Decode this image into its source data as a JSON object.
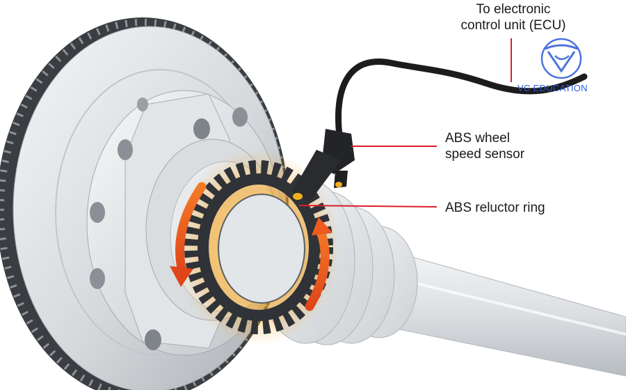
{
  "callouts": {
    "ecu": {
      "line1": "To electronic",
      "line2": "control unit (ECU)"
    },
    "sensor": {
      "line1": "ABS wheel",
      "line2": "speed sensor"
    },
    "ring": {
      "line1": "ABS reluctor ring"
    }
  },
  "watermark": {
    "brand_text": "VC EDUCATION",
    "brand_color": "#2d5bd8",
    "icon": "vc-education-logo-icon"
  },
  "colors": {
    "leader_line": "#d91f2b",
    "rotation_arrow": "#ef5a1e",
    "glow": "#f7a21a",
    "cable": "#1c1c1c",
    "reluctor_ring": "#2f3237",
    "metal_light": "#eceef0",
    "metal_mid": "#cfd3d7",
    "metal_dark": "#9da3a9"
  }
}
